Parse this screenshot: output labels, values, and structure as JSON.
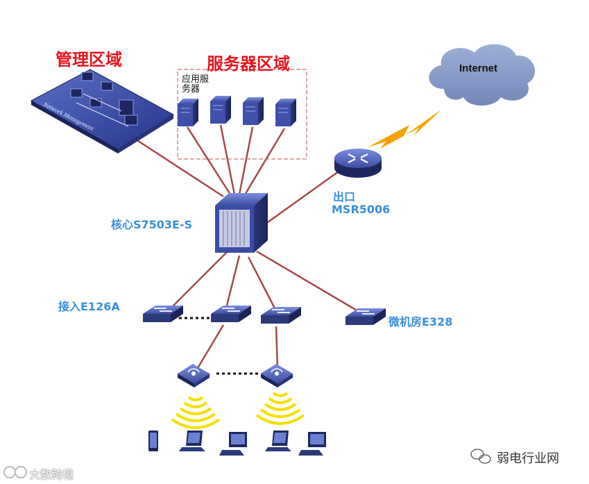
{
  "labels": {
    "management_zone": "管理区域",
    "server_zone": "服务器区域",
    "app_server": "应用服\n务器",
    "network_management": "Network Management",
    "internet": "Internet",
    "exit_title": "出口",
    "exit_model": "MSR5006",
    "core": "核心S7503E-S",
    "access": "接入E126A",
    "micro_room": "微机房E328"
  },
  "watermarks": {
    "bottom_right": "弱电行业网",
    "bottom_left": "大数跨境"
  },
  "colors": {
    "link": "#a8474a",
    "device_dark": "#2c3a7a",
    "device_light": "#5b6fc0",
    "wifi": "#f2e100",
    "bolt": "#f5a200",
    "cloud": "#8aa0c8",
    "title_red": "#e8141c",
    "label_blue": "#3a8fd8"
  }
}
